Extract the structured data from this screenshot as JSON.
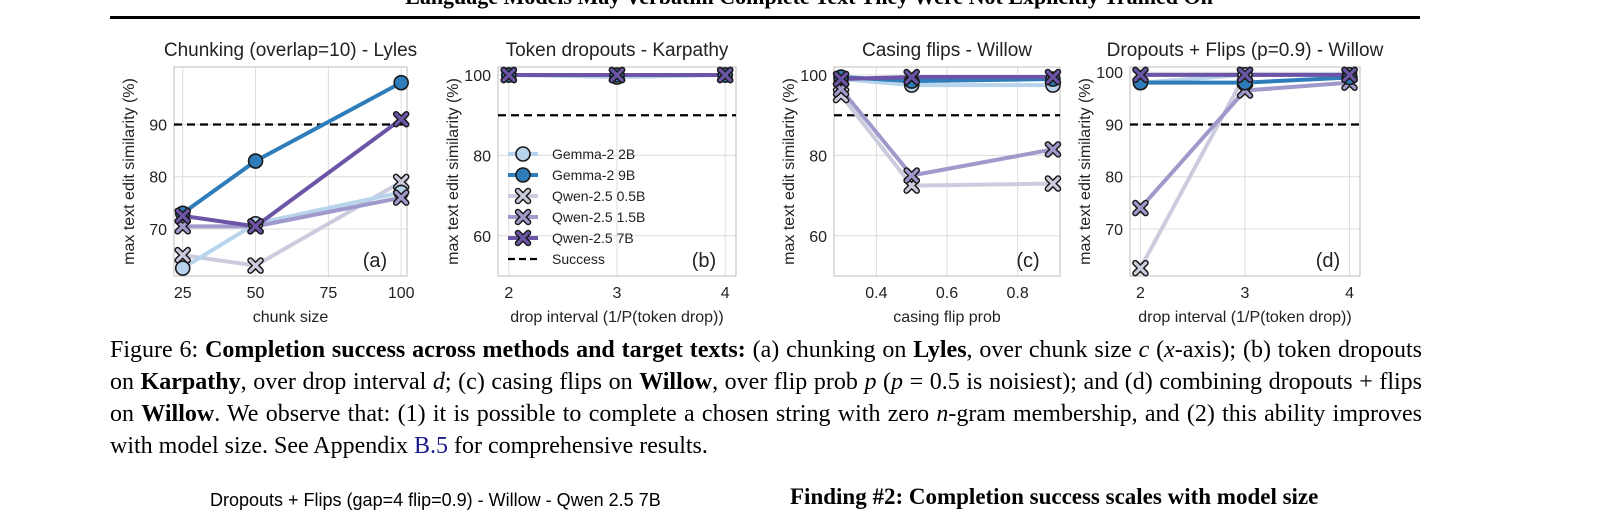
{
  "header": {
    "title": "Language Models May Verbatim Complete Text They Were Not Explicitly Trained On"
  },
  "colors": {
    "gemma_2b": "#b8d3ec",
    "gemma_9b": "#2e7dba",
    "qwen_05b": "#ccccdf",
    "qwen_15b": "#9f9acb",
    "qwen_7b": "#6c55a6",
    "success": "#000000"
  },
  "legend": {
    "items": [
      {
        "label": "Gemma-2 2B",
        "marker": "circle",
        "color": "#b8d3ec"
      },
      {
        "label": "Gemma-2 9B",
        "marker": "circle",
        "color": "#2e7dba"
      },
      {
        "label": "Qwen-2.5 0.5B",
        "marker": "x",
        "color": "#ccccdf"
      },
      {
        "label": "Qwen-2.5 1.5B",
        "marker": "x",
        "color": "#9f9acb"
      },
      {
        "label": "Qwen-2.5 7B",
        "marker": "x",
        "color": "#6c55a6"
      },
      {
        "label": "Success",
        "marker": "dashed",
        "color": "#000000"
      }
    ]
  },
  "chart_data": [
    {
      "type": "line",
      "title": "Chunking (overlap=10) - Lyles",
      "panel_label": "(a)",
      "xlabel": "chunk size",
      "ylabel": "max text edit similarity (%)",
      "xlim": [
        22,
        102
      ],
      "ylim": [
        61,
        101
      ],
      "xticks": [
        25,
        50,
        75,
        100
      ],
      "yticks": [
        70,
        80,
        90
      ],
      "success": 90,
      "grid": true,
      "x": [
        25,
        50,
        100
      ],
      "series": [
        {
          "name": "Gemma-2 2B",
          "values": [
            62.5,
            71,
            77
          ]
        },
        {
          "name": "Gemma-2 9B",
          "values": [
            73,
            83,
            98
          ]
        },
        {
          "name": "Qwen-2.5 0.5B",
          "values": [
            65,
            63,
            79
          ]
        },
        {
          "name": "Qwen-2.5 1.5B",
          "values": [
            70.5,
            70.5,
            76
          ]
        },
        {
          "name": "Qwen-2.5 7B",
          "values": [
            72.5,
            70.5,
            91
          ]
        }
      ]
    },
    {
      "type": "line",
      "title": "Token dropouts - Karpathy",
      "panel_label": "(b)",
      "xlabel": "drop interval (1/P(token drop))",
      "ylabel": "max text edit similarity (%)",
      "xlim": [
        1.9,
        4.1
      ],
      "ylim": [
        50,
        102
      ],
      "xticks": [
        2,
        3,
        4
      ],
      "yticks": [
        60,
        80,
        100
      ],
      "success": 90,
      "grid": true,
      "show_legend": true,
      "legend_position": "center-left",
      "x": [
        2,
        3,
        4
      ],
      "series": [
        {
          "name": "Gemma-2 2B",
          "values": [
            100,
            99.5,
            100
          ]
        },
        {
          "name": "Gemma-2 9B",
          "values": [
            100,
            100,
            100
          ]
        },
        {
          "name": "Qwen-2.5 0.5B",
          "values": [
            100,
            100,
            100
          ]
        },
        {
          "name": "Qwen-2.5 1.5B",
          "values": [
            100,
            100,
            100
          ]
        },
        {
          "name": "Qwen-2.5 7B",
          "values": [
            100,
            100,
            100
          ]
        }
      ]
    },
    {
      "type": "line",
      "title": "Casing flips - Willow",
      "panel_label": "(c)",
      "xlabel": "casing flip prob",
      "ylabel": "max text edit similarity (%)",
      "xlim": [
        0.28,
        0.92
      ],
      "ylim": [
        50,
        102
      ],
      "xticks": [
        0.4,
        0.6,
        0.8
      ],
      "yticks": [
        60,
        80,
        100
      ],
      "success": 90,
      "grid": true,
      "x": [
        0.3,
        0.5,
        0.9
      ],
      "series": [
        {
          "name": "Gemma-2 2B",
          "values": [
            99,
            97.5,
            97.5
          ]
        },
        {
          "name": "Gemma-2 9B",
          "values": [
            99.5,
            98.5,
            99
          ]
        },
        {
          "name": "Qwen-2.5 0.5B",
          "values": [
            95,
            72.5,
            73
          ]
        },
        {
          "name": "Qwen-2.5 1.5B",
          "values": [
            96.5,
            75,
            81.5
          ]
        },
        {
          "name": "Qwen-2.5 7B",
          "values": [
            99,
            99.5,
            99.5
          ]
        }
      ]
    },
    {
      "type": "line",
      "title": "Dropouts + Flips (p=0.9) - Willow",
      "panel_label": "(d)",
      "xlabel": "drop interval (1/P(token drop))",
      "ylabel": "max text edit similarity (%)",
      "xlim": [
        1.9,
        4.1
      ],
      "ylim": [
        61,
        101
      ],
      "xticks": [
        2,
        3,
        4
      ],
      "yticks": [
        70,
        80,
        90,
        100
      ],
      "success": 90,
      "grid": true,
      "x": [
        2,
        3,
        4
      ],
      "series": [
        {
          "name": "Gemma-2 2B",
          "values": [
            98,
            99.5,
            99.5
          ]
        },
        {
          "name": "Gemma-2 9B",
          "values": [
            98,
            98,
            99
          ]
        },
        {
          "name": "Qwen-2.5 0.5B",
          "values": [
            62.5,
            99.5,
            99.5
          ]
        },
        {
          "name": "Qwen-2.5 1.5B",
          "values": [
            74,
            96.5,
            98
          ]
        },
        {
          "name": "Qwen-2.5 7B",
          "values": [
            99.5,
            99.5,
            99.5
          ]
        }
      ]
    }
  ],
  "caption": {
    "fig_label": "Figure 6: ",
    "bold_lead": "Completion success across methods and target texts:",
    "s1": " (a) chunking on ",
    "lyles": "Lyles",
    "s2": ", over chunk size ",
    "c_var": "c",
    "s3": " (",
    "x_var": "x",
    "s4": "-axis); (b) token dropouts on ",
    "karpathy": "Karpathy",
    "s5": ", over drop interval ",
    "d_var": "d",
    "s6": "; (c) casing flips on ",
    "willow1": "Willow",
    "s7": ", over flip prob ",
    "p_var": "p",
    "s8": " (",
    "p_var2": "p",
    "s9": " = 0.5 is noisiest); and (d) combining dropouts + flips on ",
    "willow2": "Willow",
    "s10": ". We observe that: (1) it is possible to complete a chosen string with zero ",
    "n_var": "n",
    "s11": "-gram membership, and (2) this ability improves with model size. See Appendix ",
    "appendix_ref": "B.5",
    "s12": " for comprehensive results."
  },
  "below": {
    "next_figure_title": "Dropouts + Flips (gap=4 flip=0.9) - Willow - Qwen 2.5 7B",
    "finding": "Finding #2: Completion success scales with model size"
  }
}
